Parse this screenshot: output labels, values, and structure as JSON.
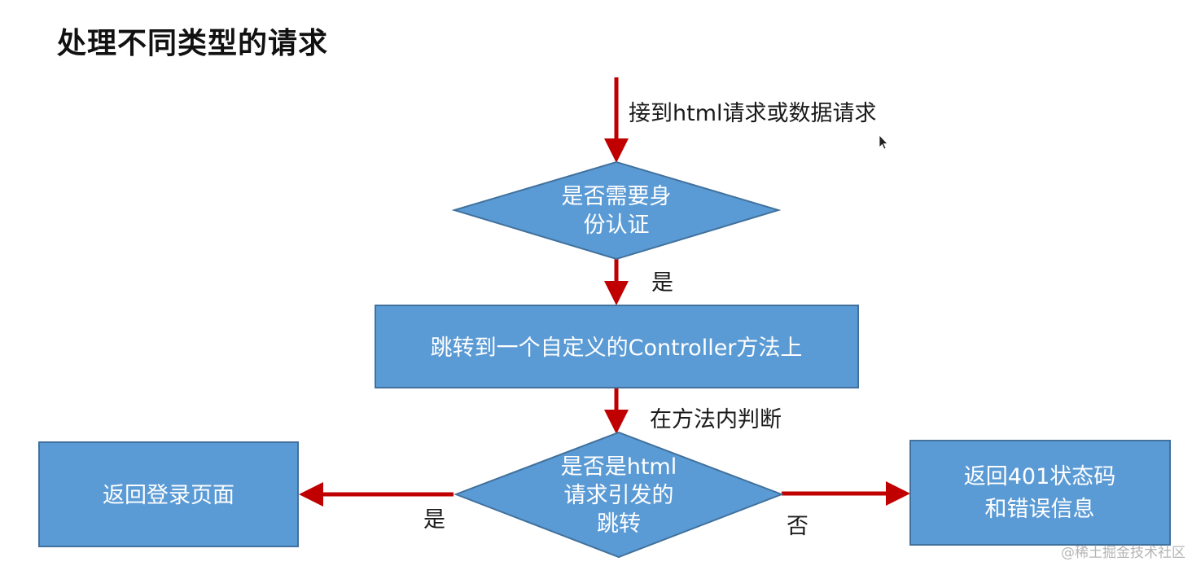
{
  "title": "处理不同类型的请求",
  "colors": {
    "node_fill": "#5B9BD5",
    "node_stroke": "#41719C",
    "arrow": "#C00000",
    "node_text": "#FFFFFF"
  },
  "nodes": {
    "decision_auth": {
      "lines": [
        "是否需要身",
        "份认证"
      ]
    },
    "process_controller": {
      "lines": [
        "跳转到一个自定义的Controller方法上"
      ]
    },
    "decision_html": {
      "lines": [
        "是否是html",
        "请求引发的",
        "跳转"
      ]
    },
    "return_login": {
      "lines": [
        "返回登录页面"
      ]
    },
    "return_401": {
      "lines": [
        "返回401状态码",
        "和错误信息"
      ]
    }
  },
  "edges": {
    "entry": {
      "label": "接到html请求或数据请求"
    },
    "auth_to_controller": {
      "label": "是"
    },
    "controller_to_html": {
      "label": "在方法内判断"
    },
    "html_yes": {
      "label": "是"
    },
    "html_no": {
      "label": "否"
    }
  },
  "watermark": "@稀土掘金技术社区",
  "icons": {
    "cursor": "mouse-pointer-icon"
  }
}
